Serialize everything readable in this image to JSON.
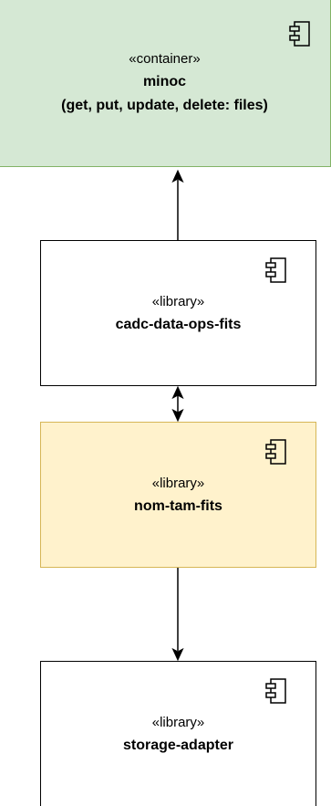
{
  "components": [
    {
      "id": "minoc",
      "stereotype": "«container»",
      "name": "minoc",
      "detail": "(get, put, update, delete: files)",
      "fill": "#d5e8d4",
      "icon": "component-icon"
    },
    {
      "id": "cadc-data-ops-fits",
      "stereotype": "«library»",
      "name": "cadc-data-ops-fits",
      "fill": "#ffffff",
      "icon": "component-icon"
    },
    {
      "id": "nom-tam-fits",
      "stereotype": "«library»",
      "name": "nom-tam-fits",
      "fill": "#fff2cc",
      "icon": "component-icon"
    },
    {
      "id": "storage-adapter",
      "stereotype": "«library»",
      "name": "storage-adapter",
      "fill": "#ffffff",
      "icon": "component-icon"
    }
  ],
  "connectors": [
    {
      "from": "cadc-data-ops-fits",
      "to": "minoc",
      "direction": "forward"
    },
    {
      "from": "cadc-data-ops-fits",
      "to": "nom-tam-fits",
      "direction": "both"
    },
    {
      "from": "nom-tam-fits",
      "to": "storage-adapter",
      "direction": "forward"
    }
  ]
}
